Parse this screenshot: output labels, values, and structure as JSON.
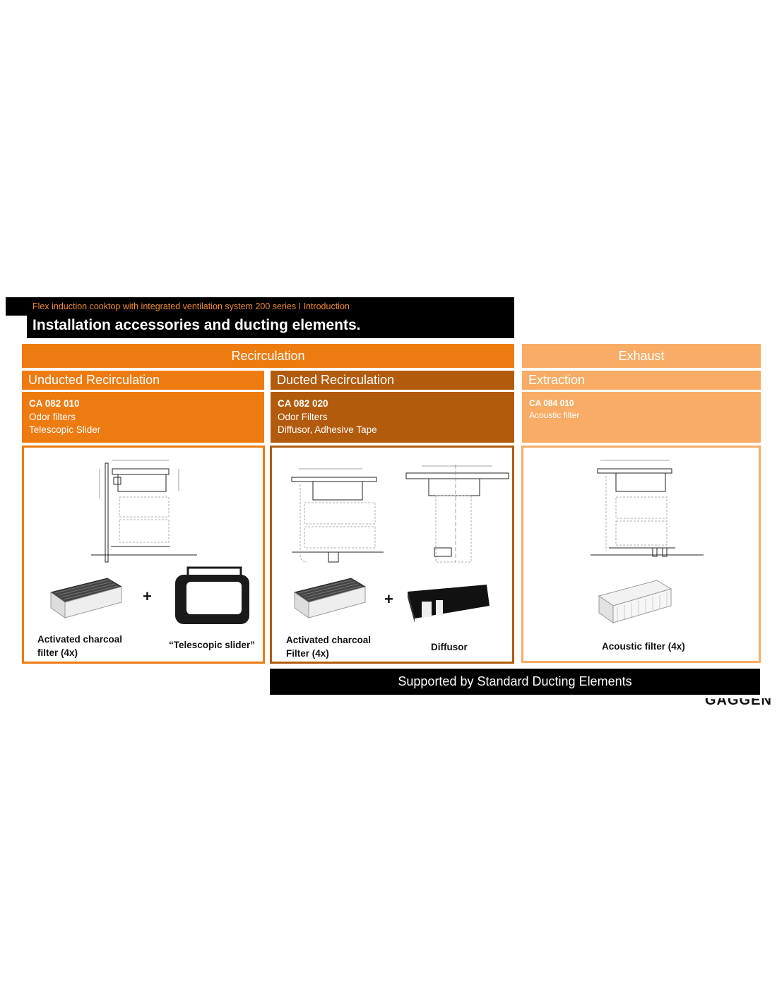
{
  "header": {
    "subtitle": "Flex induction cooktop with integrated ventilation system 200 series I Introduction",
    "title": "Installation accessories and ducting elements."
  },
  "groups": {
    "recirculation": "Recirculation",
    "exhaust": "Exhaust"
  },
  "columns": [
    {
      "title": "Unducted Recirculation",
      "code": "CA 082 010",
      "lines": [
        "Odor filters",
        "Telescopic Slider"
      ],
      "captions": [
        "Activated charcoal\nfilter (4x)",
        "“Telescopic slider”"
      ]
    },
    {
      "title": "Ducted Recirculation",
      "code": "CA 082 020",
      "lines": [
        "Odor Filters",
        "Diffusor, Adhesive Tape"
      ],
      "captions": [
        "Activated charcoal\nFilter (4x)",
        "Diffusor"
      ]
    },
    {
      "title": "Extraction",
      "code": "CA 084 010",
      "lines": [
        "Acoustic filter"
      ],
      "captions": [
        "Acoustic filter (4x)"
      ]
    }
  ],
  "plus_sign": "+",
  "footer": "Supported by Standard Ducting Elements",
  "brand": "GAGGENAU",
  "colors": {
    "dark_orange": "#ee7b10",
    "brown": "#b35b0c",
    "light_orange": "#f8ac66",
    "black": "#000000"
  }
}
